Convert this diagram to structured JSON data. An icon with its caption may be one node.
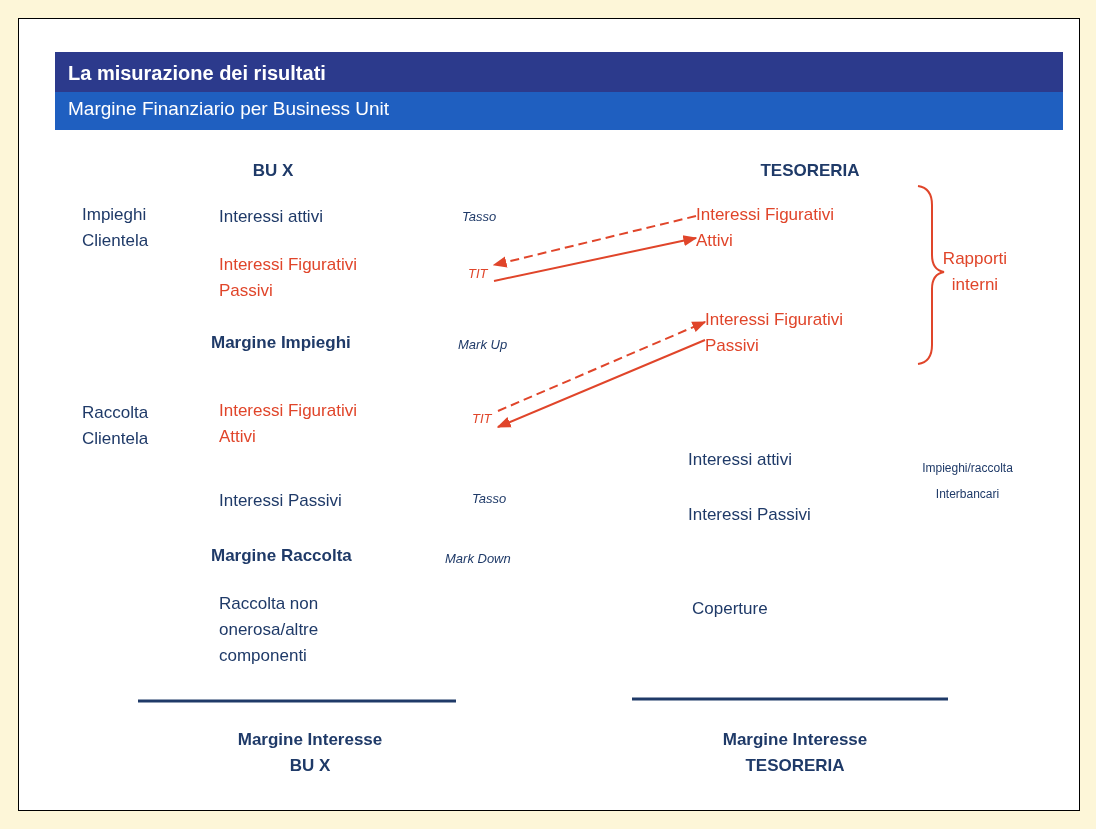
{
  "diagram": {
    "title": "La misurazione dei risultati",
    "nodes": [
      {
        "text": [
          "TIT"
        ]
      },
      {
        "text": [
          "Interessi Figurativi Attivi"
        ]
      },
      {
        "text": [
          "Interessi Figurativi Passivi"
        ]
      },
      {
        "text": [
          "TIT"
        ]
      }
    ],
    "edges": [
      {
        "from": 1,
        "to": 0,
        "arrow": "to",
        "style": "dashed"
      },
      {
        "from": 0,
        "to": 1,
        "arrow": "to"
      },
      {
        "from": 3,
        "to": 2,
        "arrow": "to",
        "style": "dashed"
      },
      {
        "from": 2,
        "to": 3,
        "arrow": "to"
      }
    ],
    "labels": [
      "Margine Finanziario per Business Unit",
      "BU X",
      "TESORERIA",
      "Impieghi Clientela",
      "Interessi attivi",
      "Tasso",
      "Interessi Figurativi Passivi",
      "Rapporti interni",
      "Margine Impieghi",
      "Mark Up",
      "Raccolta Clientela",
      "Interessi Figurativi Attivi",
      "Interessi attivi",
      "Impieghi/raccolta Interbancari",
      "Interessi Passivi",
      "Tasso",
      "Interessi Passivi",
      "Margine Raccolta",
      "Mark Down",
      "Raccolta non onerosa/altre componenti",
      "Coperture",
      "Margine Interesse BU X",
      "Margine Interesse TESORERIA"
    ]
  }
}
